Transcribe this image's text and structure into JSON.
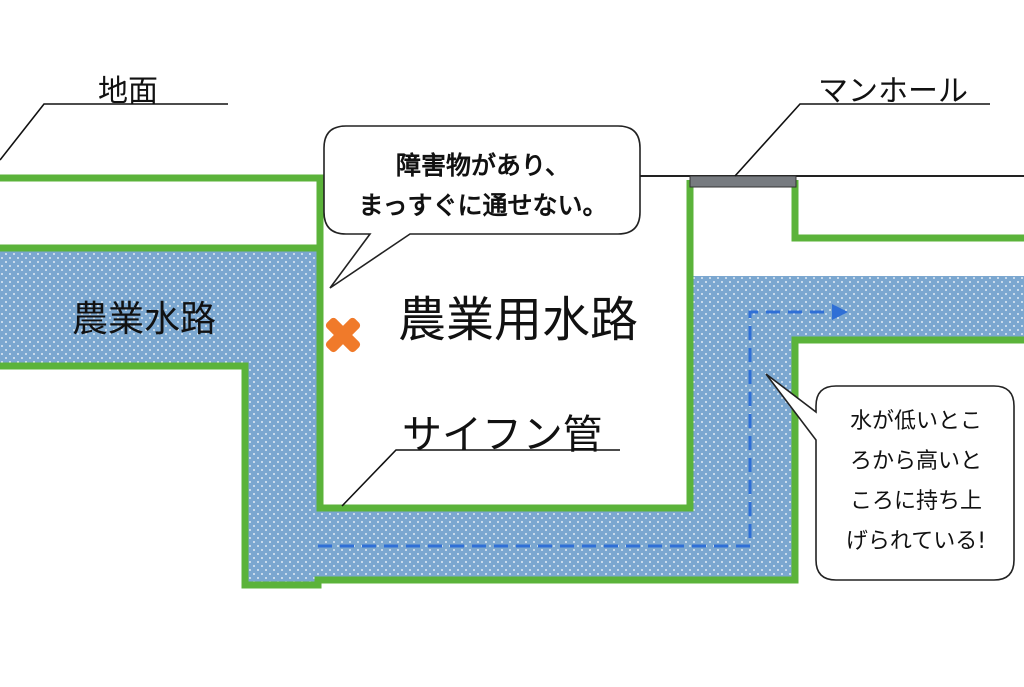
{
  "labels": {
    "ground": "地面",
    "manhole": "マンホール",
    "farm_channel": "農業水路",
    "farm_channel_center": "農業用水路",
    "siphon_pipe": "サイフン管"
  },
  "callouts": {
    "obstacle_line1": "障害物があり、",
    "obstacle_line2": "まっすぐに通せない。",
    "lift_line1": "水が低いとこ",
    "lift_line2": "ろから高いと",
    "lift_line3": "ころに持ち上",
    "lift_line4": "げられている!"
  },
  "colors": {
    "water": "#7ba7d0",
    "wall": "#5bb33a",
    "flow_arrow": "#2f6fd6",
    "obstacle_mark": "#f07a2a",
    "manhole_cover": "#777b80"
  },
  "icons": {
    "obstacle": "cross-icon",
    "flow": "dashed-arrow-icon"
  }
}
